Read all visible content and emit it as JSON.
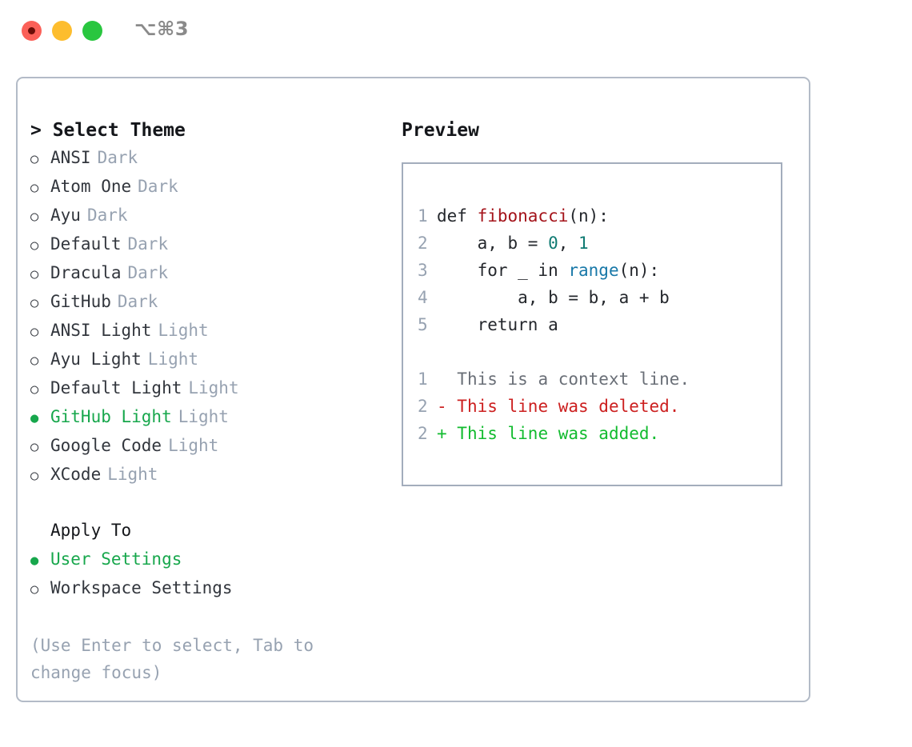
{
  "titlebar": {
    "shortcut": "⌥⌘3",
    "dots": [
      {
        "name": "close",
        "color": "#fb6058"
      },
      {
        "name": "minimize",
        "color": "#fdbd2e"
      },
      {
        "name": "maximize",
        "color": "#29c63f"
      }
    ]
  },
  "theme_picker": {
    "header": "> Select Theme",
    "selection_color": "#17a74c",
    "tag_color": "#97a2b1",
    "items": [
      {
        "bullet": "○",
        "label": "ANSI",
        "tag": "Dark",
        "selected": false
      },
      {
        "bullet": "○",
        "label": "Atom One",
        "tag": "Dark",
        "selected": false
      },
      {
        "bullet": "○",
        "label": "Ayu",
        "tag": "Dark",
        "selected": false
      },
      {
        "bullet": "○",
        "label": "Default",
        "tag": "Dark",
        "selected": false
      },
      {
        "bullet": "○",
        "label": "Dracula",
        "tag": "Dark",
        "selected": false
      },
      {
        "bullet": "○",
        "label": "GitHub",
        "tag": "Dark",
        "selected": false
      },
      {
        "bullet": "○",
        "label": "ANSI Light",
        "tag": "Light",
        "selected": false
      },
      {
        "bullet": "○",
        "label": "Ayu Light",
        "tag": "Light",
        "selected": false
      },
      {
        "bullet": "○",
        "label": "Default Light",
        "tag": "Light",
        "selected": false
      },
      {
        "bullet": "●",
        "label": "GitHub Light",
        "tag": "Light",
        "selected": true
      },
      {
        "bullet": "○",
        "label": "Google Code",
        "tag": "Light",
        "selected": false
      },
      {
        "bullet": "○",
        "label": "XCode",
        "tag": "Light",
        "selected": false
      }
    ]
  },
  "apply_to": {
    "header": "Apply To",
    "items": [
      {
        "bullet": "●",
        "label": "User Settings",
        "selected": true
      },
      {
        "bullet": "○",
        "label": "Workspace Settings",
        "selected": false
      }
    ]
  },
  "hint": "(Use Enter to select, Tab to change focus)",
  "preview": {
    "title": "Preview",
    "code_lines": [
      {
        "number": "1",
        "tokens": [
          {
            "text": "def ",
            "kind": "plain"
          },
          {
            "text": "fibonacci",
            "kind": "fn"
          },
          {
            "text": "(n):",
            "kind": "plain"
          }
        ]
      },
      {
        "number": "2",
        "tokens": [
          {
            "text": "    a, b = ",
            "kind": "plain"
          },
          {
            "text": "0",
            "kind": "num"
          },
          {
            "text": ", ",
            "kind": "plain"
          },
          {
            "text": "1",
            "kind": "num"
          }
        ]
      },
      {
        "number": "3",
        "tokens": [
          {
            "text": "    for _ in ",
            "kind": "plain"
          },
          {
            "text": "range",
            "kind": "call"
          },
          {
            "text": "(n):",
            "kind": "plain"
          }
        ]
      },
      {
        "number": "4",
        "tokens": [
          {
            "text": "        a, b = b, a + b",
            "kind": "plain"
          }
        ]
      },
      {
        "number": "5",
        "tokens": [
          {
            "text": "    return a",
            "kind": "plain"
          }
        ]
      }
    ],
    "diff_lines": [
      {
        "number": "1",
        "marker": " ",
        "text": " This is a context line.",
        "kind": "ctx"
      },
      {
        "number": "2",
        "marker": "-",
        "text": " This line was deleted.",
        "kind": "del"
      },
      {
        "number": "2",
        "marker": "+",
        "text": " This line was added.",
        "kind": "add"
      }
    ]
  },
  "colors": {
    "panel_border": "#b3bbc7",
    "preview_border": "#a3adbc",
    "text": "#32363d",
    "muted": "#97a2b1",
    "green": "#17a74c",
    "diff_add": "#12bb2f",
    "diff_del": "#cc1f1f",
    "keyword_fn": "#a4131a",
    "number": "#0f7a72",
    "call": "#1878a8"
  }
}
